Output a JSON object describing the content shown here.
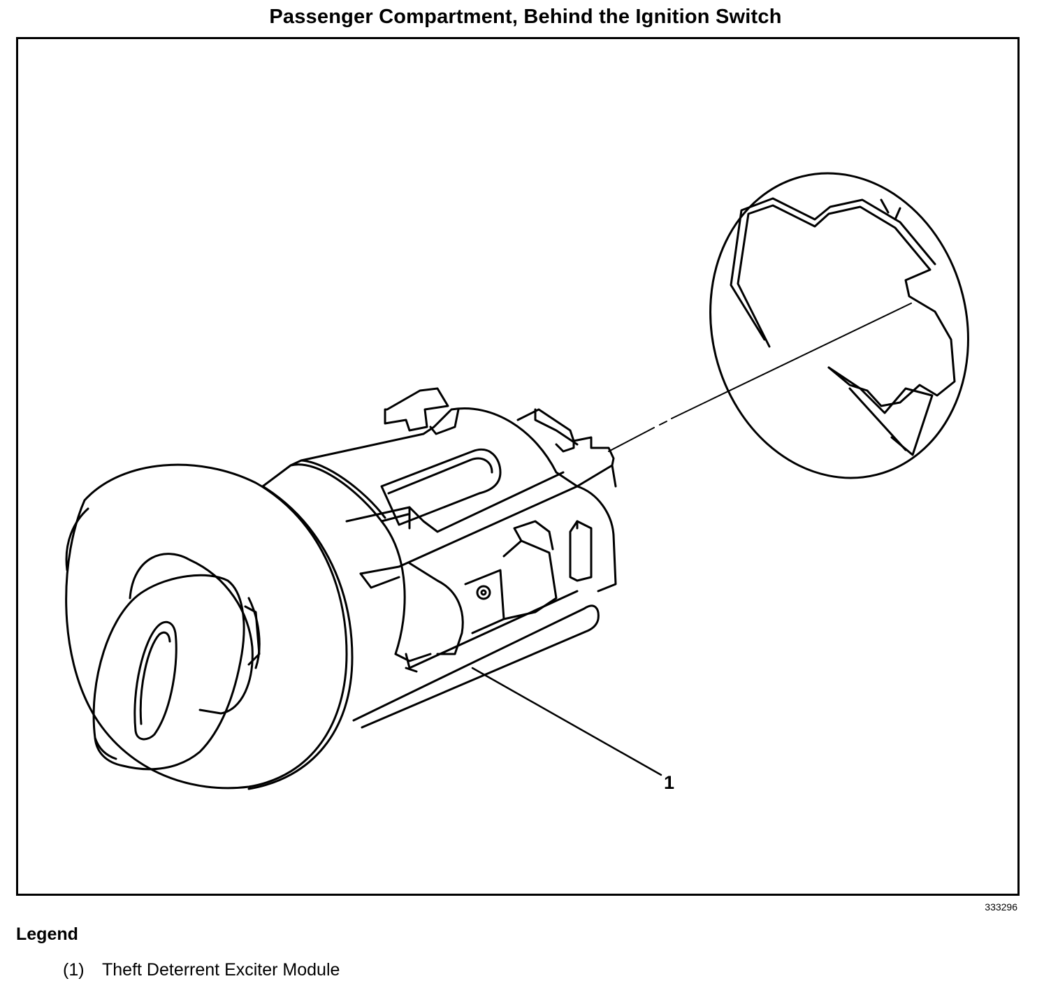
{
  "title": "Passenger Compartment, Behind the Ignition Switch",
  "figure_number": "333296",
  "callouts": [
    {
      "label": "1"
    }
  ],
  "legend": {
    "heading": "Legend",
    "items": [
      {
        "number": "(1)",
        "text": "Theft Deterrent Exciter Module"
      }
    ]
  }
}
